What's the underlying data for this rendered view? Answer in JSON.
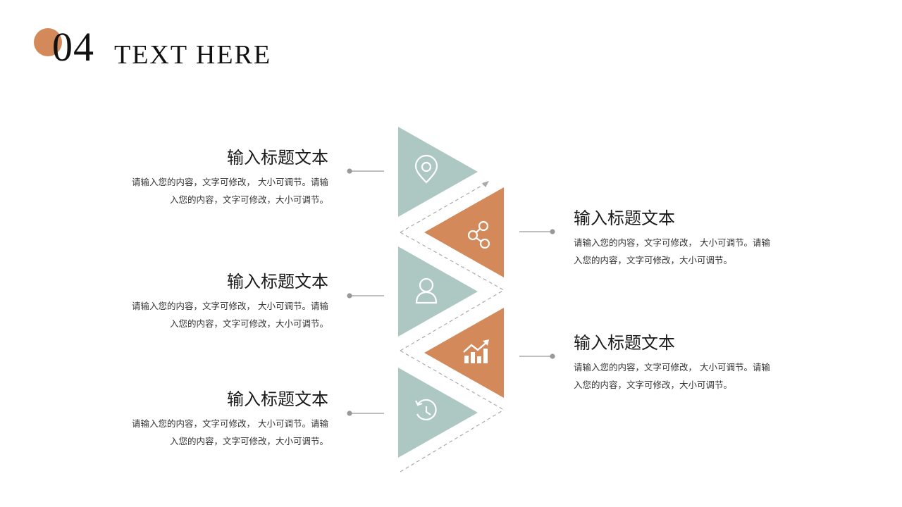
{
  "header": {
    "number": "04",
    "title": "TEXT HERE"
  },
  "colors": {
    "accent": "#D4895A",
    "teal": "#ADC7C2",
    "connector": "#999999",
    "dashes": "#AAAAAA"
  },
  "items": [
    {
      "title": "输入标题文本",
      "body": "请输入您的内容，文字可修改， 大小可调节。请输入您的内容，文字可修改，大小可调节。",
      "icon": "location-pin-icon"
    },
    {
      "title": "输入标题文本",
      "body": "请输入您的内容，文字可修改， 大小可调节。请输入您的内容，文字可修改，大小可调节。",
      "icon": "share-icon"
    },
    {
      "title": "输入标题文本",
      "body": "请输入您的内容，文字可修改， 大小可调节。请输入您的内容，文字可修改，大小可调节。",
      "icon": "user-icon"
    },
    {
      "title": "输入标题文本",
      "body": "请输入您的内容，文字可修改， 大小可调节。请输入您的内容，文字可修改，大小可调节。",
      "icon": "growth-chart-icon"
    },
    {
      "title": "输入标题文本",
      "body": "请输入您的内容，文字可修改， 大小可调节。请输入您的内容，文字可修改，大小可调节。",
      "icon": "history-clock-icon"
    }
  ]
}
